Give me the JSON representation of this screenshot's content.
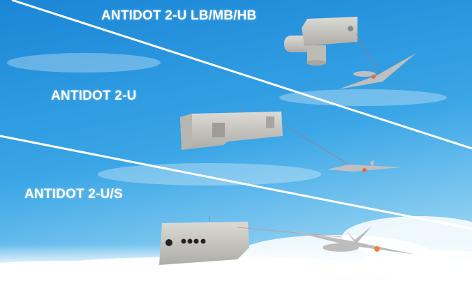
{
  "products": [
    {
      "name": "ANTIDOT 2-U LB/MB/HB"
    },
    {
      "name": "ANTIDOT 2-U"
    },
    {
      "name": "ANTIDOT 2-U/S"
    }
  ],
  "colors": {
    "sky_top": "#1f8fdc",
    "sky_bottom": "#7cc6ee",
    "device": "#c9c7c2",
    "laser": "#e46a3a"
  }
}
